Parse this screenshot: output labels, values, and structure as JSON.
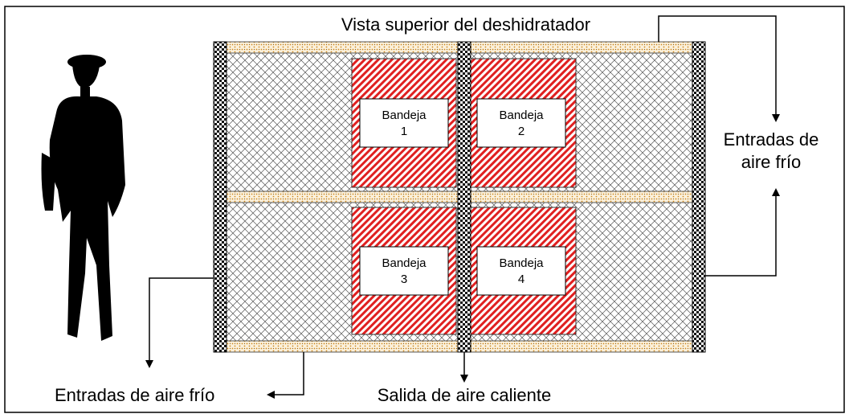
{
  "diagram": {
    "title": "Vista superior del deshidratador",
    "labels": {
      "right_inlet_line1": "Entradas de",
      "right_inlet_line2": "aire frío",
      "bottom_left_inlet": "Entradas de aire frío",
      "bottom_outlet": "Salida de aire caliente"
    },
    "trays": [
      {
        "name": "Bandeja",
        "number": "1"
      },
      {
        "name": "Bandeja",
        "number": "2"
      },
      {
        "name": "Bandeja",
        "number": "3"
      },
      {
        "name": "Bandeja",
        "number": "4"
      }
    ]
  }
}
